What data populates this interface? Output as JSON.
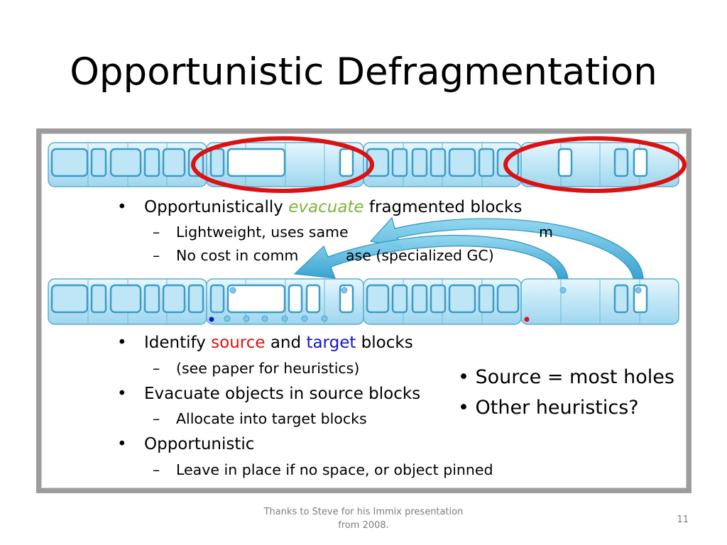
{
  "slide": {
    "title": "Opportunistic Defragmentation",
    "bullets_top": {
      "main_pre": "Opportunistically ",
      "main_em": "evacuate",
      "main_post": " fragmented blocks",
      "sub1": "Lightweight, uses same",
      "sub1_tail": "m",
      "sub2_pre": "No cost in comm",
      "sub2_post": "ase (specialized GC)"
    },
    "bullets_bottom": {
      "identify_pre": "Identify ",
      "identify_source": "source",
      "identify_and": " and ",
      "identify_target": "target",
      "identify_post": " blocks",
      "identify_sub": "(see paper for heuristics)",
      "evacuate": "Evacuate objects in source blocks",
      "evacuate_sub": "Allocate into target blocks",
      "opportunistic": "Opportunistic",
      "opportunistic_sub": "Leave in place if no space, or object pinned"
    },
    "side_notes": [
      "• Source = most holes",
      "• Other heuristics?"
    ],
    "footer": [
      "Thanks to Steve for his Immix presentation",
      "from 2008."
    ],
    "page_number": "11",
    "bullet_glyph": "•",
    "dash_glyph": "–"
  },
  "colors": {
    "accent_green": "#80b33a",
    "source_red": "#e01010",
    "target_blue": "#1313d0",
    "block_fill": "#bfe6f6",
    "block_stroke": "#4fa9cf",
    "ellipse_red": "#dd1111",
    "arrow_fill": "#4cb7de"
  }
}
